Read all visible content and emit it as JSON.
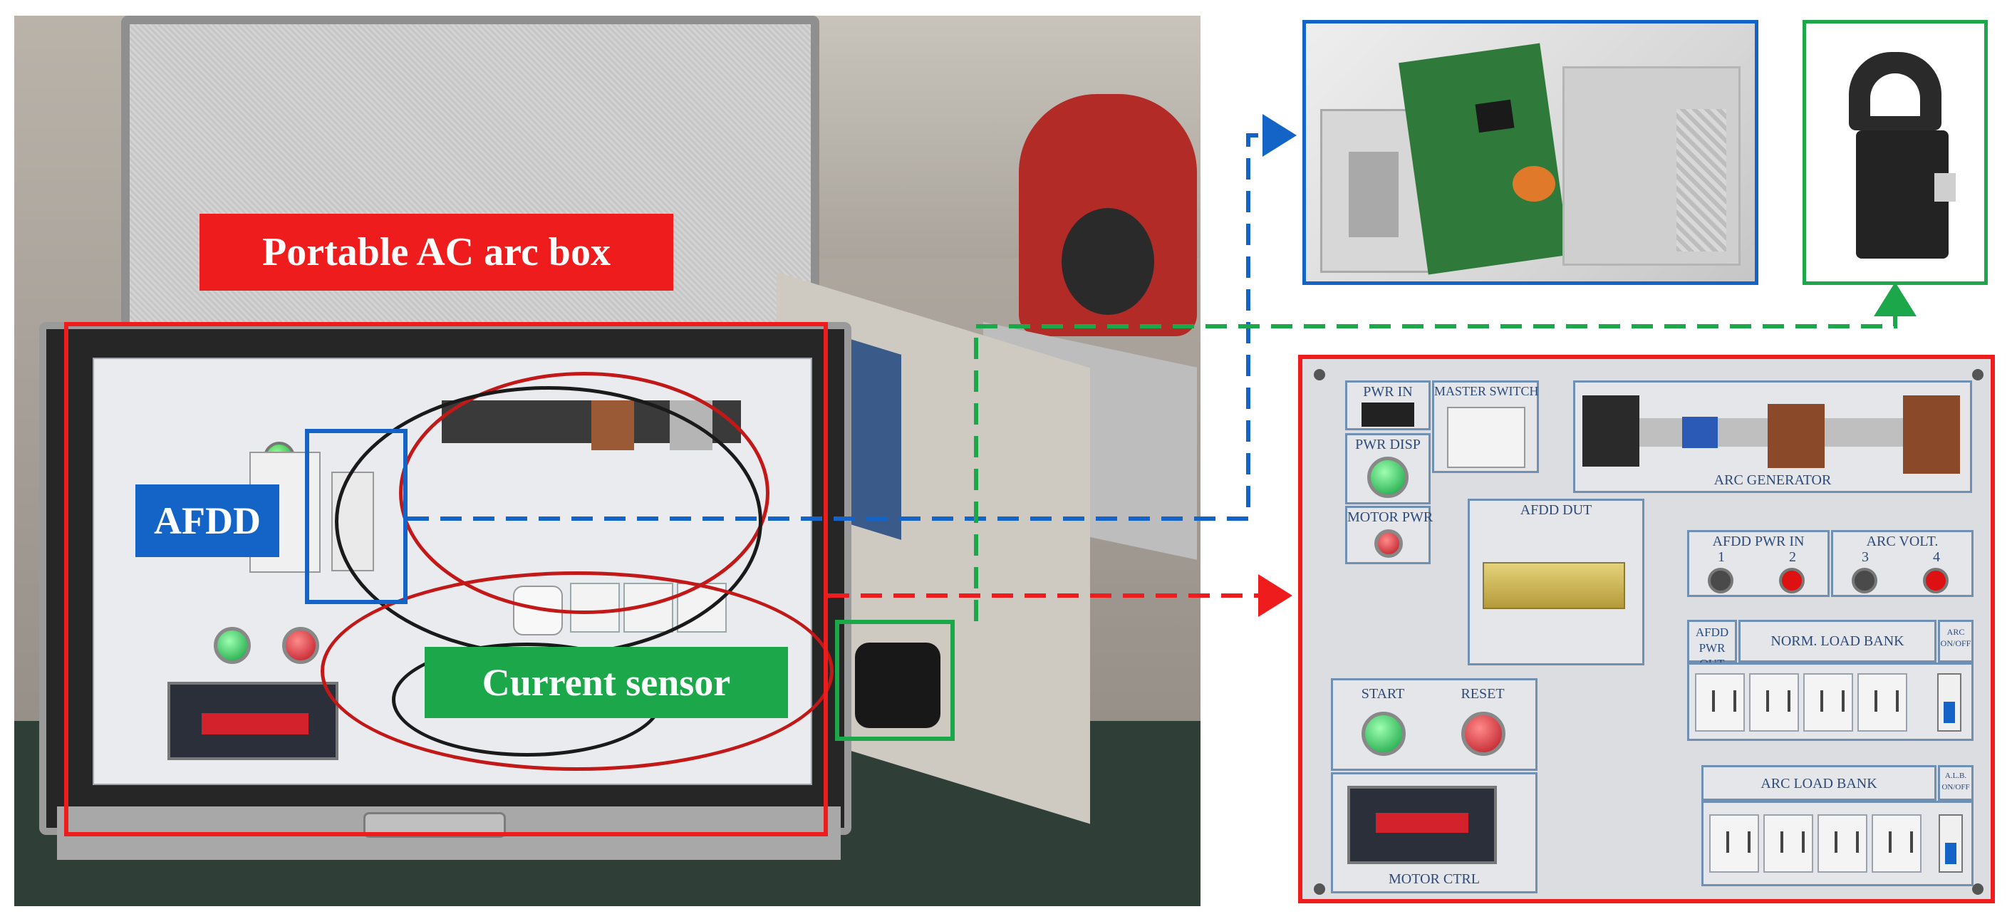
{
  "labels": {
    "box": "Portable AC arc box",
    "afdd": "AFDD",
    "current_sensor": "Current sensor"
  },
  "panel_detail": {
    "pwr_in": "PWR IN",
    "master_switch": "MASTER SWITCH",
    "pwr_disp": "PWR DISP",
    "motor_pwr": "MOTOR PWR",
    "arc_generator": "ARC GENERATOR",
    "afdd_dut": "AFDD DUT",
    "afdd_pwr_in": "AFDD PWR IN",
    "arc_volt": "ARC VOLT.",
    "terminal_numbers": [
      "1",
      "2",
      "3",
      "4"
    ],
    "afdd_pwr_out": "AFDD PWR OUT",
    "norm_load_bank": "NORM. LOAD BANK",
    "arc_on_off": "ARC ON/OFF",
    "start": "START",
    "reset": "RESET",
    "arc_load_bank": "ARC LOAD BANK",
    "als_on_off": "A.L.B. ON/OFF",
    "motor_ctrl": "MOTOR CTRL"
  },
  "colors": {
    "box_red": "#ee1c1c",
    "afdd_blue": "#1464c8",
    "sensor_green": "#1ca84a"
  }
}
